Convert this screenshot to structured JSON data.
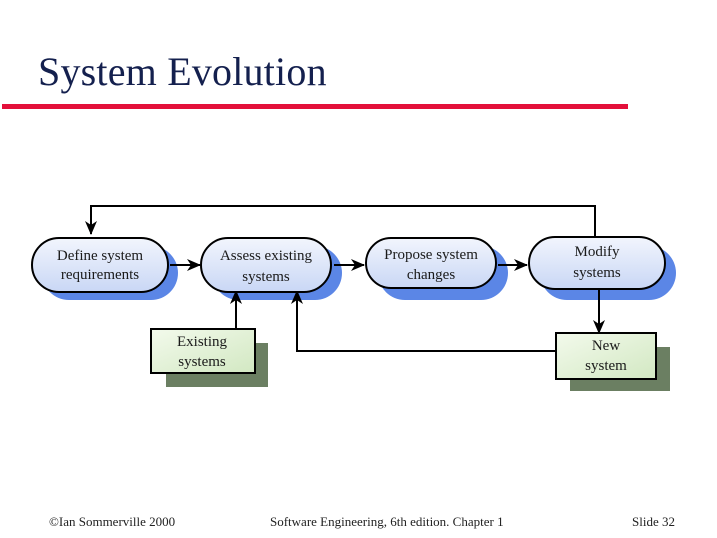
{
  "slide": {
    "title": "System Evolution",
    "accent_color": "#e3103a",
    "title_color": "#14204e"
  },
  "diagram": {
    "process_nodes": [
      {
        "id": "define",
        "line1": "Define system",
        "line2": "requirements"
      },
      {
        "id": "assess",
        "line1": "Assess existing",
        "line2": "systems"
      },
      {
        "id": "propose",
        "line1": "Propose system",
        "line2": "changes"
      },
      {
        "id": "modify",
        "line1": "Modify",
        "line2": "systems"
      }
    ],
    "artifact_nodes": [
      {
        "id": "existing",
        "line1": "Existing",
        "line2": "systems"
      },
      {
        "id": "new",
        "line1": "New",
        "line2": "system"
      }
    ],
    "colors": {
      "process_fill": "#dde6f8",
      "process_shadow": "#5b86e6",
      "artifact_fill": "#e4f2d8",
      "artifact_shadow": "#6b7f62"
    }
  },
  "footer": {
    "copyright": "©Ian Sommerville 2000",
    "book": "Software Engineering, 6th edition. Chapter 1",
    "slide": "Slide  32"
  }
}
